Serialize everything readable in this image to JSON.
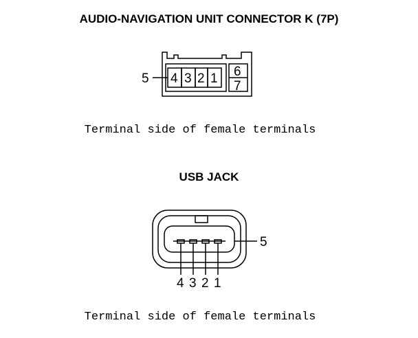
{
  "connector": {
    "title": "AUDIO-NAVIGATION UNIT CONNECTOR K (7P)",
    "caption": "Terminal side of female terminals",
    "pins_row_top": [
      "4",
      "3",
      "2",
      "1"
    ],
    "pins_right": [
      "6",
      "7"
    ],
    "callout": "5"
  },
  "usb": {
    "title": "USB JACK",
    "caption": "Terminal side of female terminals",
    "pins": [
      "4",
      "3",
      "2",
      "1"
    ],
    "callout": "5"
  }
}
